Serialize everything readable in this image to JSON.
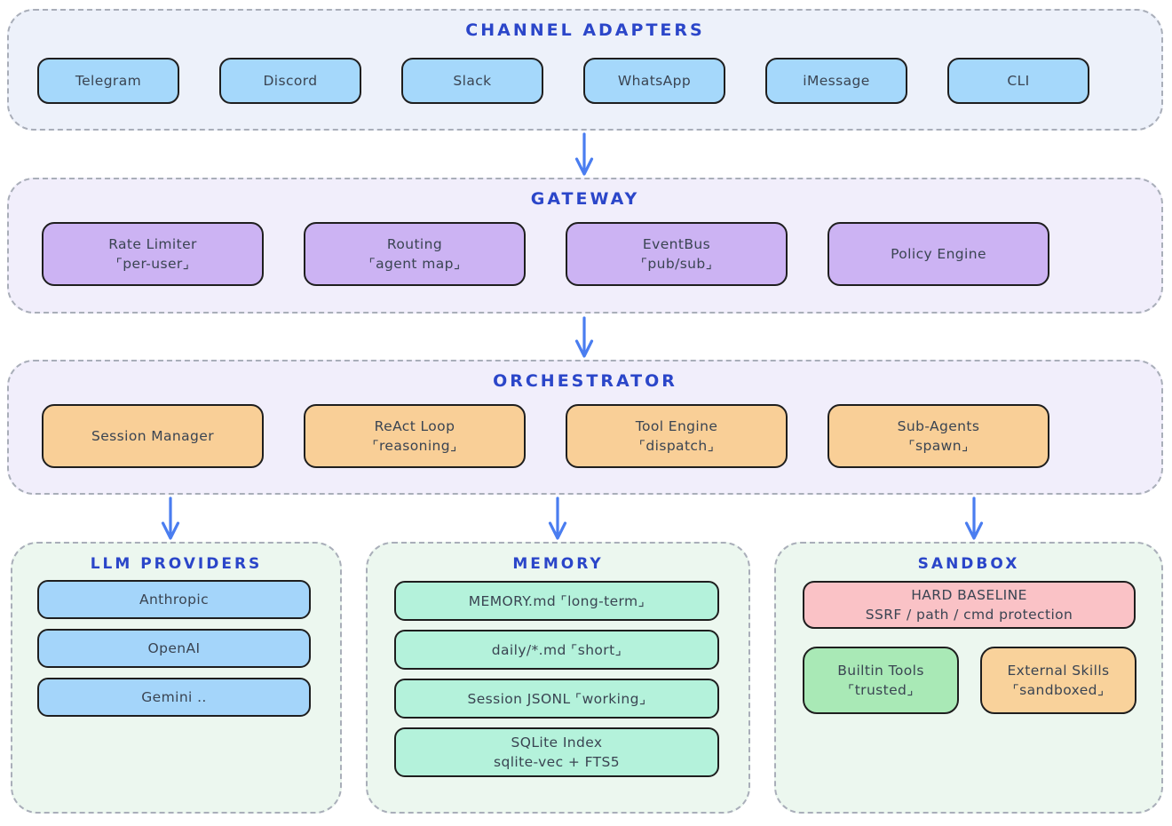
{
  "colors": {
    "title_blue": "#2b46c9",
    "arrow_blue": "#4a7df0",
    "channel_box": "#a5d8fb",
    "gateway_box": "#ccb3f3",
    "orchestrator_box": "#f9cf97",
    "llm_box": "#a4d5fa",
    "memory_box": "#b4f2db",
    "hard_baseline_box": "#fac2c6",
    "builtin_tools_box": "#a9e9b6",
    "external_skills_box": "#f9d29b",
    "panel_blue_bg": "#edf1fa",
    "panel_purple_bg": "#f1eefb",
    "panel_green_bg": "#ecf7ef"
  },
  "sections": {
    "channel_adapters": {
      "title": "CHANNEL ADAPTERS",
      "items": [
        "Telegram",
        "Discord",
        "Slack",
        "WhatsApp",
        "iMessage",
        "CLI"
      ]
    },
    "gateway": {
      "title": "GATEWAY",
      "items": [
        {
          "title": "Rate Limiter",
          "sub": "⌜per-user⌟"
        },
        {
          "title": "Routing",
          "sub": "⌜agent map⌟"
        },
        {
          "title": "EventBus",
          "sub": "⌜pub/sub⌟"
        },
        {
          "title": "Policy Engine"
        }
      ]
    },
    "orchestrator": {
      "title": "ORCHESTRATOR",
      "items": [
        {
          "title": "Session Manager"
        },
        {
          "title": "ReAct Loop",
          "sub": "⌜reasoning⌟"
        },
        {
          "title": "Tool Engine",
          "sub": "⌜dispatch⌟"
        },
        {
          "title": "Sub-Agents",
          "sub": "⌜spawn⌟"
        }
      ]
    },
    "llm_providers": {
      "title": "LLM PROVIDERS",
      "items": [
        "Anthropic",
        "OpenAI",
        "Gemini .."
      ]
    },
    "memory": {
      "title": "MEMORY",
      "items": [
        "MEMORY.md ⌜long-term⌟",
        "daily/*.md ⌜short⌟",
        "Session JSONL ⌜working⌟"
      ],
      "sqlite": {
        "title": "SQLite Index",
        "sub": "sqlite-vec + FTS5"
      }
    },
    "sandbox": {
      "title": "SANDBOX",
      "hard_baseline": {
        "title": "HARD BASELINE",
        "sub": "SSRF / path / cmd protection"
      },
      "builtin_tools": {
        "title": "Builtin Tools",
        "sub": "⌜trusted⌟"
      },
      "external_skills": {
        "title": "External Skills",
        "sub": "⌜sandboxed⌟"
      }
    }
  }
}
